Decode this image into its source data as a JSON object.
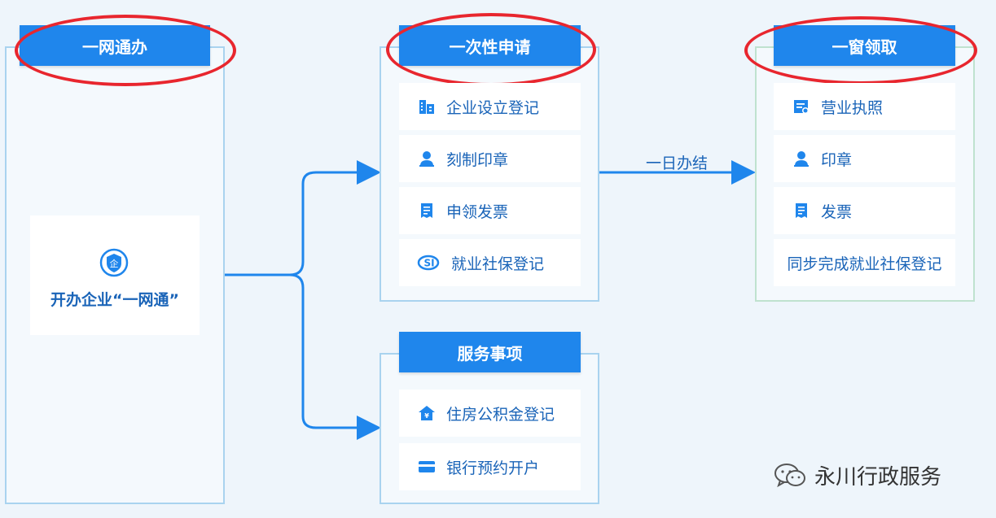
{
  "col1": {
    "header": "一网通办",
    "card_label": "开办企业“一网通”"
  },
  "col2": {
    "header": "一次性申请",
    "items": [
      {
        "label": "企业设立登记",
        "icon": "building-icon"
      },
      {
        "label": "刻制印章",
        "icon": "person-stamp-icon"
      },
      {
        "label": "申领发票",
        "icon": "receipt-icon"
      },
      {
        "label": "就业社保登记",
        "icon": "si-icon"
      }
    ]
  },
  "services": {
    "header": "服务事项",
    "items": [
      {
        "label": "住房公积金登记",
        "icon": "house-icon"
      },
      {
        "label": "银行预约开户",
        "icon": "card-icon"
      }
    ]
  },
  "connector_label": "一日办结",
  "col3": {
    "header": "一窗领取",
    "items": [
      {
        "label": "营业执照",
        "icon": "license-icon"
      },
      {
        "label": "印章",
        "icon": "person-stamp-icon"
      },
      {
        "label": "发票",
        "icon": "receipt-icon"
      },
      {
        "label": "同步完成就业社保登记",
        "icon": ""
      }
    ]
  },
  "watermark": "永川行政服务",
  "colors": {
    "primary": "#1f86ec",
    "text": "#1a64b8",
    "annotation": "#e8262e",
    "border": "#a9d3ef"
  }
}
